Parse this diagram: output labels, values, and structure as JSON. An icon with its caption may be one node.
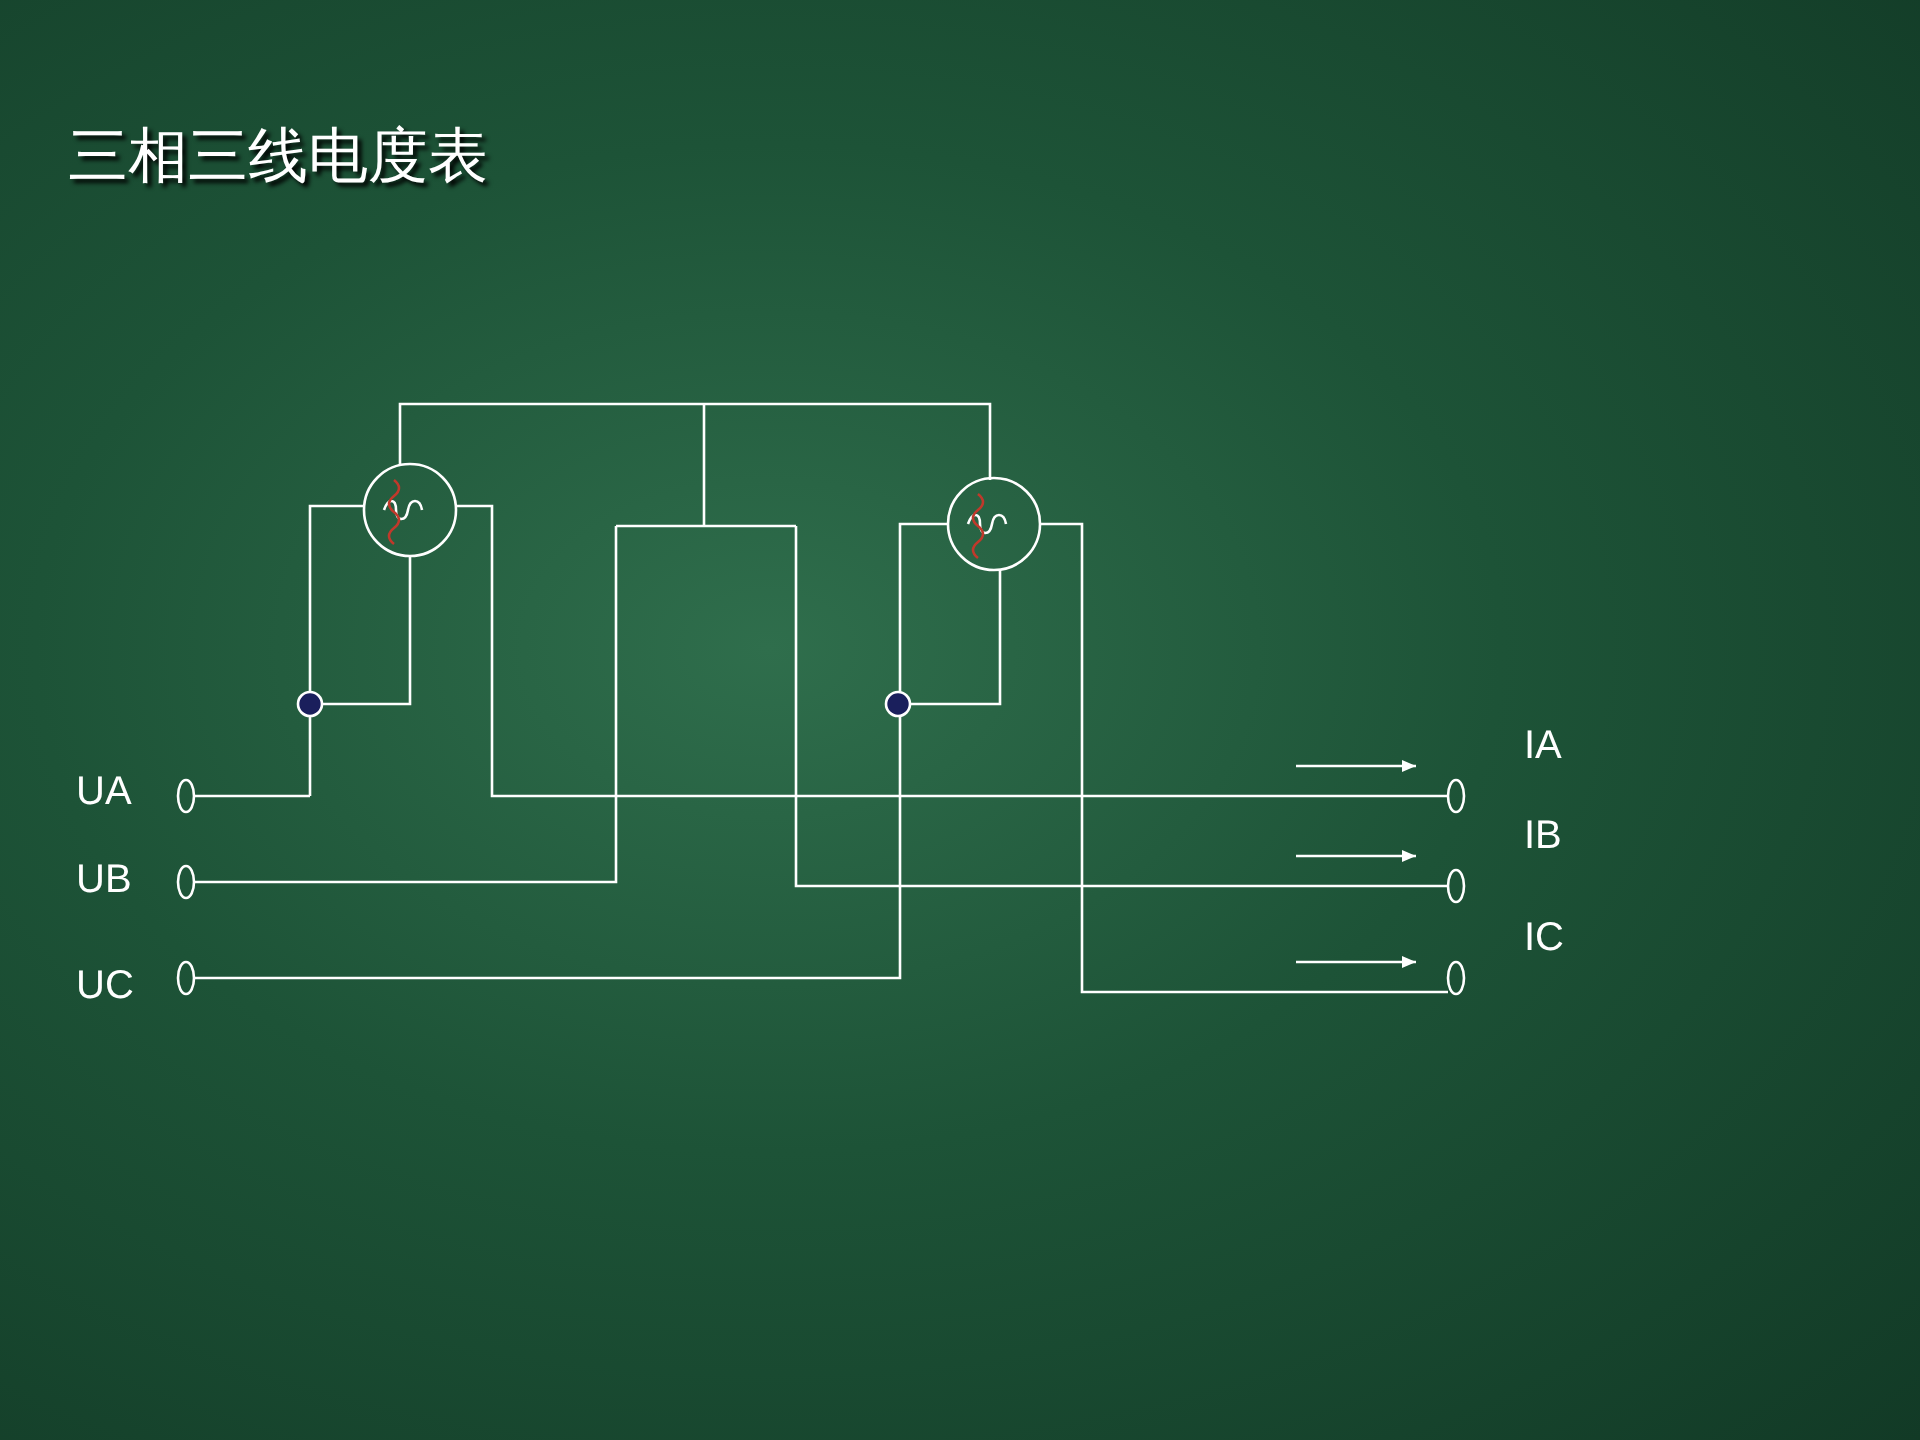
{
  "diagram": {
    "title": "三相三线电度表",
    "labels": [
      "UA",
      "UB",
      "UC",
      "IA",
      "IB",
      "IC"
    ]
  }
}
